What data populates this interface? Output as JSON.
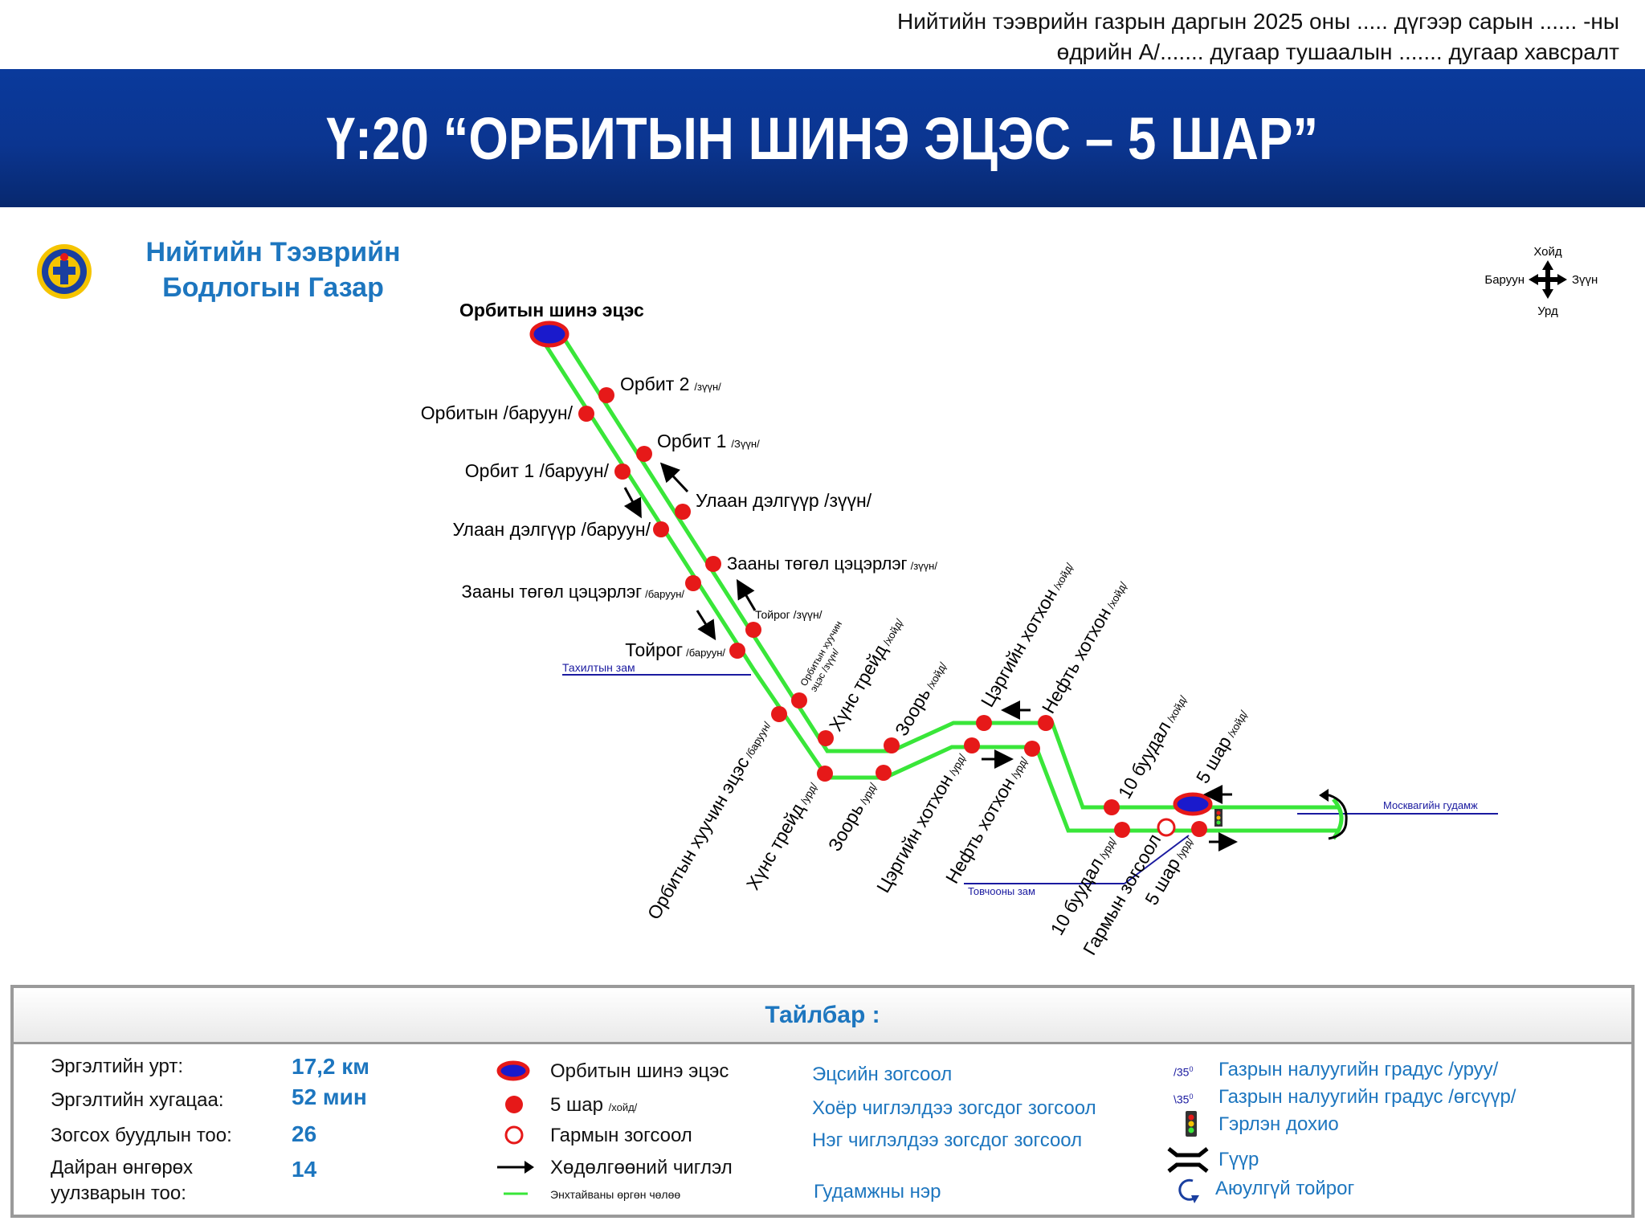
{
  "header": {
    "line1": "Нийтийн тээврийн газрын даргын 2025 оны ..... дүгээр  сарын ...... -ны",
    "line2": "өдрийн А/....... дугаар тушаалын ....... дугаар хавсралт"
  },
  "title": "Ү:20 “ОРБИТЫН ШИНЭ ЭЦЭС – 5 ШАР”",
  "agency": {
    "line1": "Нийтийн Тээврийн",
    "line2": "Бодлогын Газар"
  },
  "compass": {
    "north": "Хойд",
    "west": "Баруун",
    "east": "Зүүн",
    "south": "Урд"
  },
  "colors": {
    "route": "#39e639",
    "stop": "#e61919",
    "terminal_fill": "#1a1acc",
    "title_bar": "#0b3590",
    "accent": "#1d76bf",
    "street": "#1a1aa0"
  },
  "terminal_label": "Орбитын шинэ эцэс",
  "stops": {
    "orbit2_main": "Орбит 2",
    "orbit2_dir": "/зүүн/",
    "orbitin_baruun": "Орбитын /баруун/",
    "orbit1e_main": "Орбит 1",
    "orbit1e_dir": "/Зүүн/",
    "orbit1w": "Орбит 1 /баруун/",
    "ulaan_e": "Улаан дэлгүүр /зүүн/",
    "ulaan_w": "Улаан дэлгүүр /баруун/",
    "zaany_e_main": "Зааны төгөл цэцэрлэг",
    "zaany_e_dir": "/зүүн/",
    "zaany_w_main": "Зааны төгөл цэцэрлэг",
    "zaany_w_dir": "/баруун/",
    "toirog_e": "Тойрог /зүүн/",
    "toirog_w_main": "Тойрог",
    "toirog_w_dir": "/баруун/",
    "hudaldaa_n_line1": "Орбитын хуучин",
    "hudaldaa_n_line2": "эцэс /зүүн/",
    "old_w_main": "Орбитын хуучин эцэс",
    "old_w_dir": "/баруун/",
    "huns_n_main": "Хүнс трейд",
    "huns_n_dir": "/хойд/",
    "huns_s_main": "Хүнс трейд",
    "huns_s_dir": "/урд/",
    "zoor_n_main": "Зоорь",
    "zoor_n_dir": "/хойд/",
    "zoor_s_main": "Зоорь",
    "zoor_s_dir": "/урд/",
    "tserg_n_main": "Цэргийн хотхон",
    "tserg_n_dir": "/хойд/",
    "tserg_s_main": "Цэргийн хотхон",
    "tserg_s_dir": "/урд/",
    "neft_n_main": "Нефть хотхон",
    "neft_n_dir": "/хойд/",
    "neft_s_main": "Нефть хотхон",
    "neft_s_dir": "/урд/",
    "b10_n_main": "10 буудал",
    "b10_n_dir": "/хойд/",
    "b10_s_main": "10 буудал",
    "b10_s_dir": "/урд/",
    "shar5_n_main": "5 шар",
    "shar5_n_dir": "/хойд/",
    "shar5_s_main": "5 шар",
    "shar5_s_dir": "/урд/",
    "garmyn": "Гармын зогсоол"
  },
  "streets": {
    "tahiltyn": "Тахилтын зам",
    "tovchoony": "Товчооны зам",
    "moskva": "Москвагийн гудамж"
  },
  "legend": {
    "title": "Тайлбар :",
    "stats": [
      {
        "label": "Эргэлтийн урт:",
        "value": "17,2 км"
      },
      {
        "label": "Эргэлтийн хугацаа:",
        "value": "52 мин"
      },
      {
        "label": "Зогсох буудлын тоо:",
        "value": "26"
      },
      {
        "label_line1": "Дайран өнгөрөх",
        "label_line2": "уулзварын тоо:",
        "value": "14"
      }
    ],
    "symbols": {
      "terminal": "Орбитын шинэ эцэс",
      "stop_main": "5 шар",
      "stop_dir": "/хойд/",
      "garmyn": "Гармын зогсоол",
      "direction": "Хөдөлгөөний чиглэл",
      "lane": "Энхтайваны өргөн чөлөө"
    },
    "types": {
      "end_stop": "Эцсийн зогсоол",
      "two_way": "Хоёр чиглэлдээ зогсдог зогсоол",
      "one_way": "Нэг чиглэлдээ зогсдог зогсоол",
      "street_name": "Гудамжны нэр"
    },
    "misc": {
      "slope_value": "35",
      "slope_unit": "0",
      "slope_down": "Газрын налуугийн градус /уруу/",
      "slope_up": "Газрын налуугийн градус /өгсүүр/",
      "traffic_light": "Гэрлэн дохио",
      "bridge": "Гүүр",
      "roundabout": "Аюулгүй тойрог"
    }
  }
}
